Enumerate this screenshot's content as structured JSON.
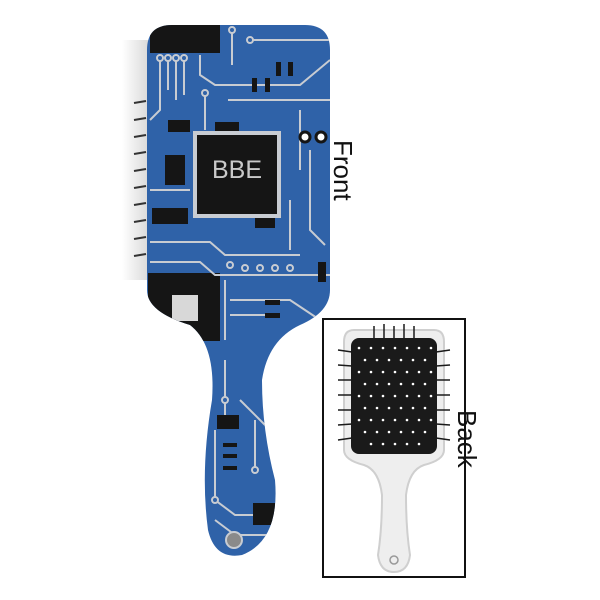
{
  "product": {
    "front": {
      "label": "Front",
      "monogram": "BBE",
      "pattern": "circuit-board",
      "colors": {
        "base": "#2f62a8",
        "trace": "#c8ccd2",
        "chip": "#151515",
        "text": "#c9c9c9"
      }
    },
    "back": {
      "label": "Back",
      "colors": {
        "body": "#eeeeee",
        "cushion": "#1a1a1a",
        "bristle_tip": "#ffffff",
        "frame": "#111111"
      }
    }
  }
}
